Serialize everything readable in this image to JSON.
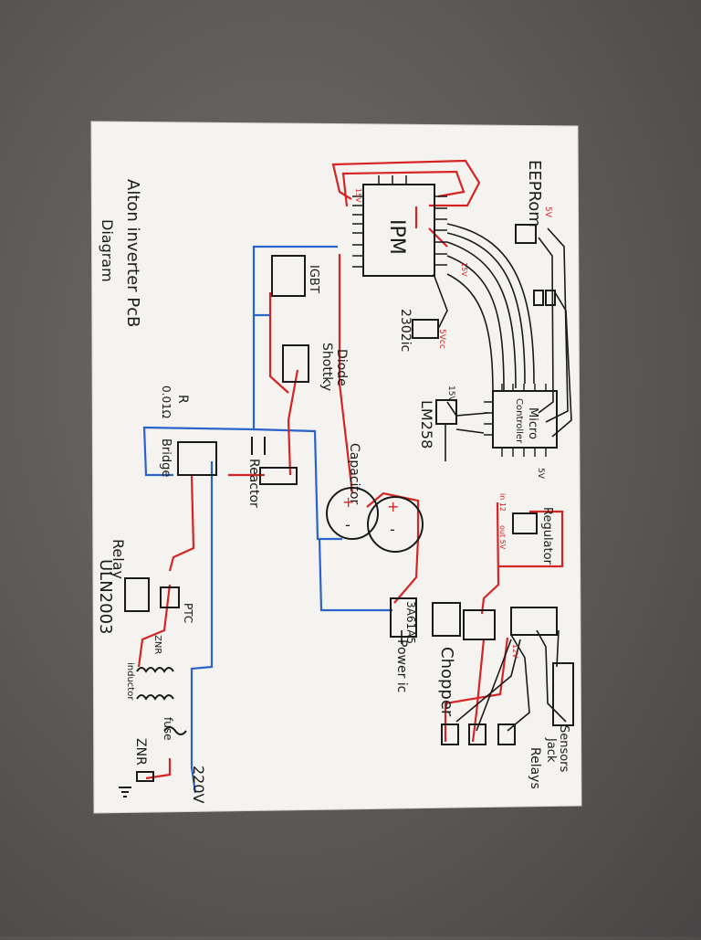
{
  "title": {
    "line1": "Alton inverter PcB",
    "line2": "Diagram"
  },
  "components": {
    "ipm": "IPM",
    "eeprom": "EEPRom",
    "igbt": "IGBT",
    "diode_shottky": {
      "line1": "Diode",
      "line2": "Shottky"
    },
    "ic_2302": "2302ic",
    "lm258": "LM258",
    "micro": {
      "line1": "Micro",
      "line2": "Controller"
    },
    "capacitor": "Capacitor",
    "bridge": "Bridge",
    "reactor": "Reactor",
    "resistor": {
      "symbol": "R",
      "value": "0.01Ω"
    },
    "relay": "Relay",
    "uln": "ULN2003",
    "ptc": "PTC",
    "inductor": "inductor",
    "znr_top": "ZNR",
    "fuse": "fuse",
    "znr_bottom": "ZNR",
    "mains": "220V",
    "regulator": "Regulator",
    "power_ic": {
      "part": "3A61A5",
      "label": "Power ic"
    },
    "chopper": "Chopper",
    "sensors_jack": {
      "line1": "Sensors",
      "line2": "Jack"
    },
    "relays": "Relays"
  },
  "voltage_labels": {
    "v15_ipm": "15V",
    "v5_eeprom": "5V",
    "v15_mid": "15V",
    "v5_vcc": "5Vcc",
    "v15_lm": "15V",
    "v5_micro": "5V",
    "reg_in": "in 12",
    "reg_out": "out 5V",
    "v12_relays": "12V"
  },
  "colors": {
    "paper": "#f4f3ef",
    "ink": "#1a1a1a",
    "red_wire": "#d62424",
    "blue_wire": "#2a63c9",
    "background": "#5b5957"
  }
}
